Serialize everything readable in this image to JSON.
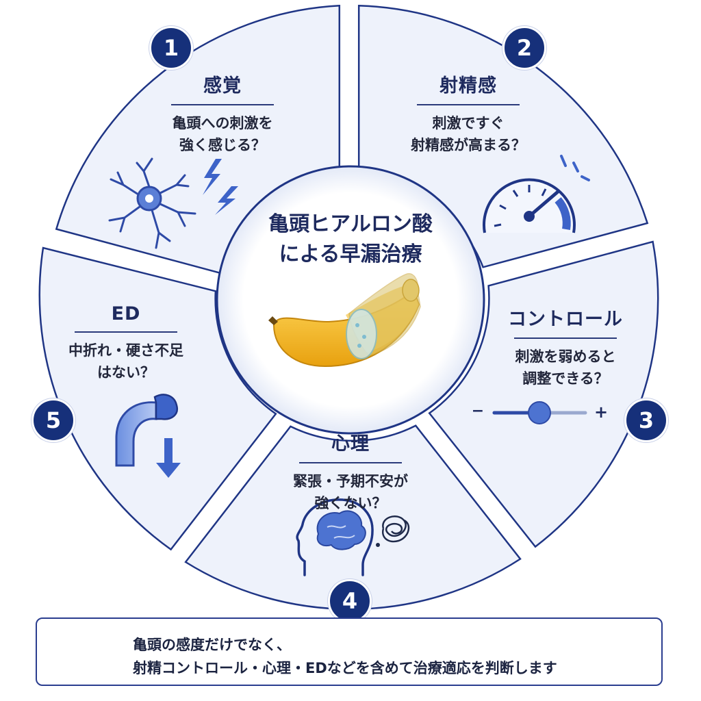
{
  "center": {
    "title_line1": "亀頭ヒアルロン酸",
    "title_line2": "による早漏治療"
  },
  "segments": [
    {
      "number": "1",
      "title": "感覚",
      "desc_line1": "亀頭への刺激を",
      "desc_line2": "強く感じる？",
      "icon": "neuron-icon"
    },
    {
      "number": "2",
      "title": "射精感",
      "desc_line1": "刺激ですぐ",
      "desc_line2": "射精感が高まる？",
      "icon": "speedometer-icon"
    },
    {
      "number": "3",
      "title": "コントロール",
      "desc_line1": "刺激を弱めると",
      "desc_line2": "調整できる？",
      "icon": "slider-icon",
      "slider_minus": "−",
      "slider_plus": "+"
    },
    {
      "number": "4",
      "title": "心理",
      "desc_line1": "緊張・予期不安が",
      "desc_line2": "強くない？",
      "icon": "brain-head-icon"
    },
    {
      "number": "5",
      "title": "ED",
      "desc_line1": "中折れ・硬さ不足",
      "desc_line2": "はない？",
      "icon": "bent-tube-down-arrow-icon"
    }
  ],
  "summary": {
    "line1": "亀頭の感度だけでなく、",
    "line2": "射精コントロール・心理・EDなどを含めて治療適応を判断します",
    "icon": "clipboard-check-icon"
  },
  "colors": {
    "navy": "#16307a",
    "segment_fill": "#eef2fb",
    "accent_blue": "#3d63c8",
    "banana_yellow": "#f4b52a"
  }
}
